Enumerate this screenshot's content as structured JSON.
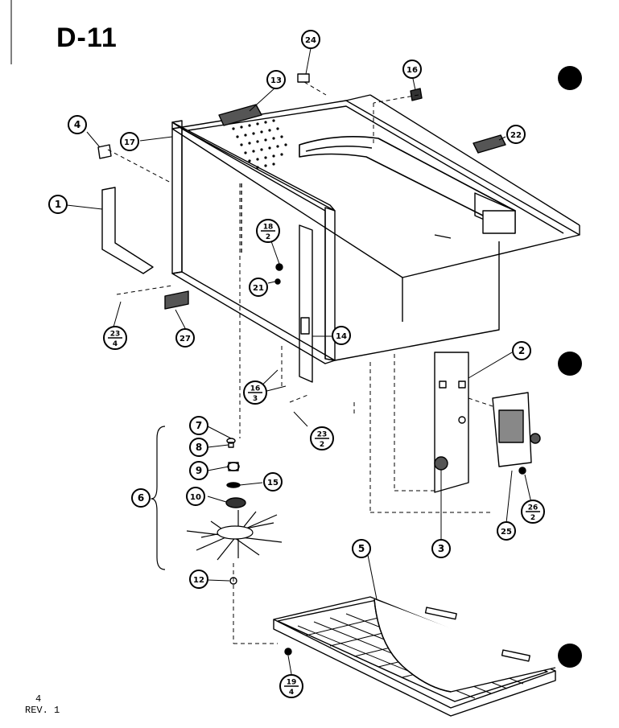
{
  "page": {
    "title": "D-11",
    "page_number": "4",
    "revision": "REV. 1"
  },
  "callouts": [
    {
      "id": "c24",
      "num": "24"
    },
    {
      "id": "c13",
      "num": "13"
    },
    {
      "id": "c16",
      "num": "16"
    },
    {
      "id": "c4",
      "num": "4"
    },
    {
      "id": "c17",
      "num": "17"
    },
    {
      "id": "c22",
      "num": "22"
    },
    {
      "id": "c1",
      "num": "1"
    },
    {
      "id": "c21",
      "num": "21"
    },
    {
      "id": "c27",
      "num": "27"
    },
    {
      "id": "c14",
      "num": "14"
    },
    {
      "id": "c2",
      "num": "2"
    },
    {
      "id": "c7",
      "num": "7"
    },
    {
      "id": "c8",
      "num": "8"
    },
    {
      "id": "c9",
      "num": "9"
    },
    {
      "id": "c15",
      "num": "15"
    },
    {
      "id": "c6",
      "num": "6"
    },
    {
      "id": "c10",
      "num": "10"
    },
    {
      "id": "c12",
      "num": "12"
    },
    {
      "id": "c3",
      "num": "3"
    },
    {
      "id": "c25",
      "num": "25"
    },
    {
      "id": "c5",
      "num": "5"
    }
  ],
  "qty_callouts": [
    {
      "id": "q18",
      "num": "18",
      "qty": "2"
    },
    {
      "id": "q23a",
      "num": "23",
      "qty": "4"
    },
    {
      "id": "q16",
      "num": "16",
      "qty": "3"
    },
    {
      "id": "q23b",
      "num": "23",
      "qty": "2"
    },
    {
      "id": "q26",
      "num": "26",
      "qty": "2"
    },
    {
      "id": "q19",
      "num": "19",
      "qty": "4"
    }
  ]
}
